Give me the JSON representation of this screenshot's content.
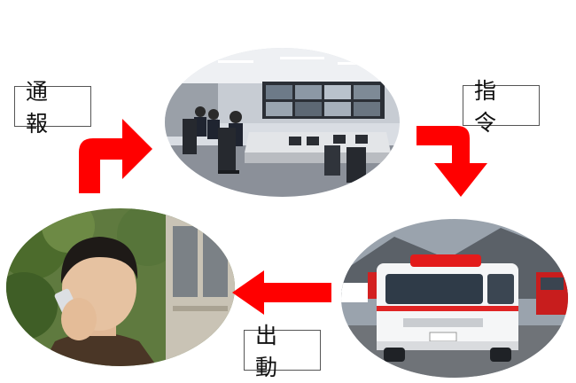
{
  "labels": {
    "report": "通報",
    "command": "指令",
    "dispatch": "出動"
  },
  "colors": {
    "arrow": "#ff0000",
    "label_border": "#555555"
  },
  "photos": {
    "control_room": "control-room-photo",
    "caller": "caller-photo",
    "ambulance": "ambulance-photo"
  }
}
